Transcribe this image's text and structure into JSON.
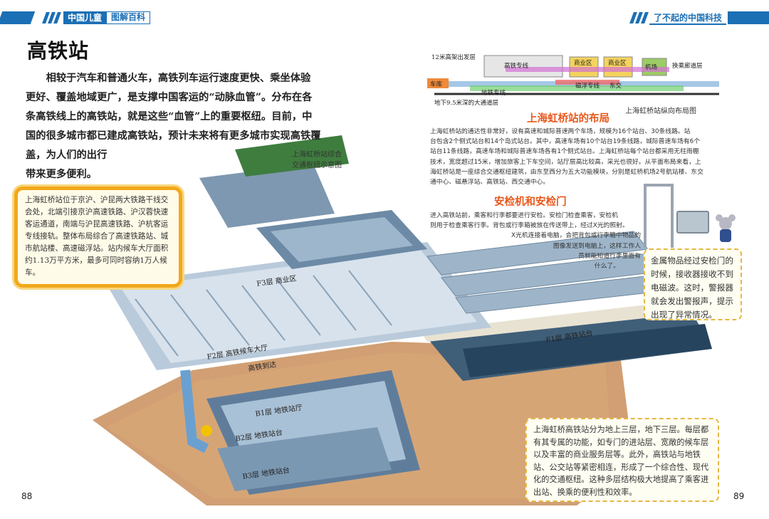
{
  "header": {
    "series": "中国儿童",
    "subseries": "图解百科",
    "chapter": "了不起的中国科技"
  },
  "title": "高铁站",
  "intro": "相较于汽车和普通火车，高铁列车运行速度更快、乘坐体验更好、覆盖地域更广，是支撑中国客运的“动脉血管”。分布在各条高铁线上的高铁站，就是这些“血管”上的重要枢纽。目前，中国的很多城市都已建成高铁站，预计未来将有更多城市实现高铁覆盖，为人们的出行带来更多便利。",
  "intro_lines": [
    "相较于汽车和普通火车，高铁列车运行速度更快、乘坐体验",
    "更好、覆盖地域更广，是支撑中国客运的“动脉血管”。分布在各",
    "条高铁线上的高铁站，就是这些“血管”上的重要枢纽。目前，中",
    "国的很多城市都已建成高铁站，预计未来将有更多城市实现高铁覆",
    "盖，为人们的出行",
    "带来更多便利。"
  ],
  "orange_box": "上海虹桥站位于京沪、沪昆两大铁路干线交会处，北端引接京沪高速铁路、沪汉蓉快速客运通道，南端与沪昆高速铁路、沪杭客运专线接轨。整体布局综合了高速铁路站、城市航站楼、高速磁浮站。站内候车大厅面积约1.13万平方米，最多可同时容纳1万人候车。",
  "hub_caption": [
    "上海虹桥站综合",
    "交通枢纽示意图"
  ],
  "illustration_labels": {
    "f3": "F3层 商业区",
    "f2": "F2层 高铁候车大厅",
    "hsr_arrival": "高铁到达",
    "f1": "F1层 高铁站台",
    "b1": "B1层 地铁站厅",
    "b2": "B2层 地铁站台",
    "b3": "B3层 地铁站台"
  },
  "cross_section": {
    "top_label": "12米高架出发层",
    "bottom_label": "地下9.5米深的大通道层",
    "caption": "上海虹桥站纵向布局图",
    "labels": {
      "hsr_line": "高铁专线",
      "commerce1": "商业区",
      "commerce2": "商业区",
      "airport": "机场",
      "transfer": "换乘廊道层",
      "parking": "车库",
      "metro": "地铁专线",
      "maglev": "磁浮专线",
      "sanxiang": "东交"
    }
  },
  "layout_section": {
    "title": "上海虹桥站的布局",
    "body": "上海虹桥站的通达性非常好，设有高速和城际普速两个车场，规模为16个站台、30条线路。站台包含2个侧式站台和14个岛式站台。其中，高速车场有10个站台19条线路，城际普速车场有6个站台11条线路，高速车场和城际普速车场各有1个侧式站台。上海虹桥站每个站台都采用无柱雨棚技术，宽度超过15米，增加旅客上下车空间，站厅层高比较高，采光也很好。从平面布局来看，上海虹桥站是一座综合交通枢纽建筑，由东至西分为五大功能模块，分别是虹桥机场2号航站楼、东交通中心、磁悬浮站、高铁站、西交通中心。",
    "lines": [
      "上海虹桥站的通达性非常好，设有高速和城际普速两个车场，规模为16个站台、30条线路。站",
      "台包含2个侧式站台和14个岛式站台。其中，高速车场有10个站台19条线路，城际普速车场有6个",
      "站台11条线路，高速车场和城际普速车场各有1个侧式站台。上海虹桥站每个站台都采用无柱雨棚",
      "技术，宽度超过15米，增加旅客上下车空间，站厅层高比较高，采光也很好。从平面布局来看，上",
      "海虹桥站是一座综合交通枢纽建筑，由东至西分为五大功能模块，分别是虹桥机场2号航站楼、东交",
      "通中心、磁悬浮站、高铁站、西交通中心。"
    ]
  },
  "security_section": {
    "title": "安检机和安检门",
    "lines": [
      "进入高铁站前，乘客和行李都要进行安检。安检门检查乘客，安检机",
      "则用于检查乘客行李。背包或行李箱被放在传送带上，经过X光的照射。",
      "X光机连接着电脑，会把背包或行李箱中物品的",
      "图像发送到电脑上，这样工作人",
      "员就能知道行李里面有",
      "什么了。"
    ]
  },
  "note_metal": "金属物品经过安检门的时候，接收器接收不到电磁波。这时，警报器就会发出警报声，提示出现了异常情况。",
  "note_layers": "上海虹桥高铁站分为地上三层，地下三层。每层都有其专属的功能，如专门的进站层、宽敞的候车层以及丰富的商业服务层等。此外，高铁站与地铁站、公交站等紧密相连，形成了一个综合性、现代化的交通枢纽。这种多层结构极大地提高了乘客进出站、换乘的便利性和效率。",
  "page_numbers": {
    "left": "88",
    "right": "89"
  },
  "colors": {
    "brand_blue": "#1b6fb5",
    "section_orange": "#e8581c",
    "frame_orange": "#f2a81b",
    "note_border": "#e7b645"
  }
}
